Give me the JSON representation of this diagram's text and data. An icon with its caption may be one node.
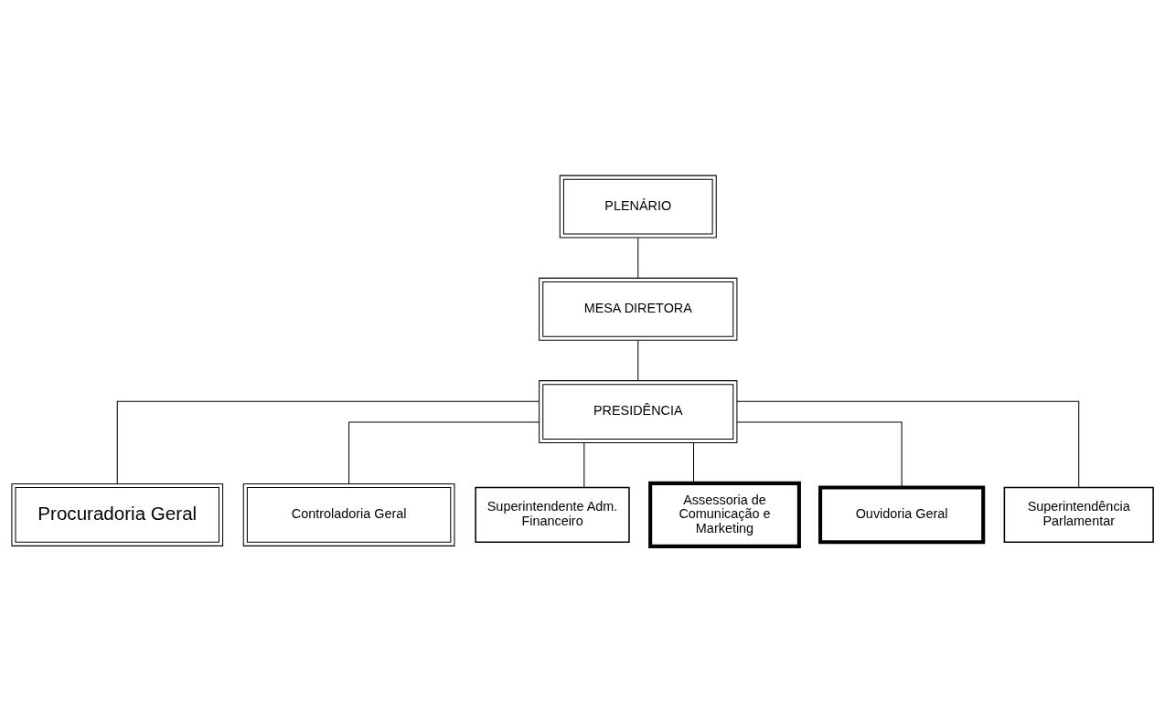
{
  "diagram": {
    "nodes": [
      {
        "text": [
          "PLENÁRIO"
        ]
      },
      {
        "text": [
          "MESA DIRETORA"
        ]
      },
      {
        "text": [
          "PRESIDÊNCIA"
        ]
      },
      {
        "text": [
          "Procuradoria Geral"
        ]
      },
      {
        "text": [
          "Controladoria Geral"
        ]
      },
      {
        "text": [
          "Superintendente Adm. Financeiro"
        ]
      },
      {
        "text": [
          "Assessoria de Comunicação e Marketing"
        ]
      },
      {
        "text": [
          "Ouvidoria Geral"
        ]
      },
      {
        "text": [
          "Superintendência Parlamentar"
        ]
      }
    ],
    "edges": [
      {
        "from": 0,
        "to": 1,
        "arrow": "none"
      },
      {
        "from": 1,
        "to": 2,
        "arrow": "none"
      },
      {
        "from": 2,
        "to": 3,
        "arrow": "none"
      },
      {
        "from": 2,
        "to": 4,
        "arrow": "none"
      },
      {
        "from": 2,
        "to": 5,
        "arrow": "none"
      },
      {
        "from": 2,
        "to": 6,
        "arrow": "none"
      },
      {
        "from": 2,
        "to": 7,
        "arrow": "none"
      },
      {
        "from": 2,
        "to": 8,
        "arrow": "none"
      }
    ]
  }
}
